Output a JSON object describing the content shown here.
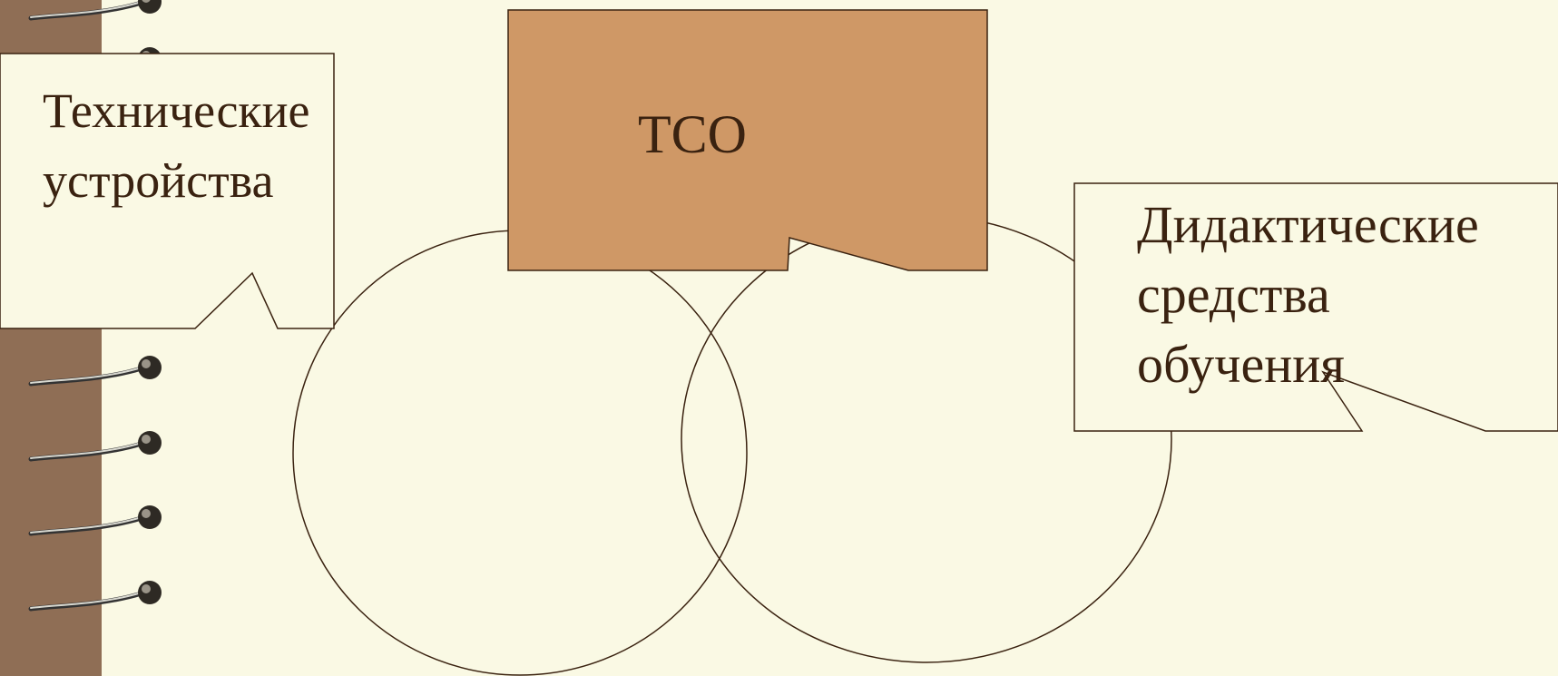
{
  "slide": {
    "background_color": "#FAF9E4",
    "spine_color": "#8F6E55",
    "text_color": "#3A2210",
    "outline_color": "#3A2210"
  },
  "binding": {
    "ring_count": 6,
    "ring_icon": "spiral-binding-ring-icon"
  },
  "diagram": {
    "type": "venn",
    "sets": [
      {
        "id": "left-circle"
      },
      {
        "id": "right-circle"
      }
    ],
    "callouts": [
      {
        "id": "technical-devices",
        "lines": [
          "Технические",
          "устройства"
        ],
        "fill": "#FAF9E4"
      },
      {
        "id": "tso",
        "lines": [
          "ТСО"
        ],
        "fill": "#CF9866"
      },
      {
        "id": "didactic-means",
        "lines": [
          "Дидактические",
          "средства",
          "обучения"
        ],
        "fill": "#FAF9E4"
      }
    ]
  }
}
